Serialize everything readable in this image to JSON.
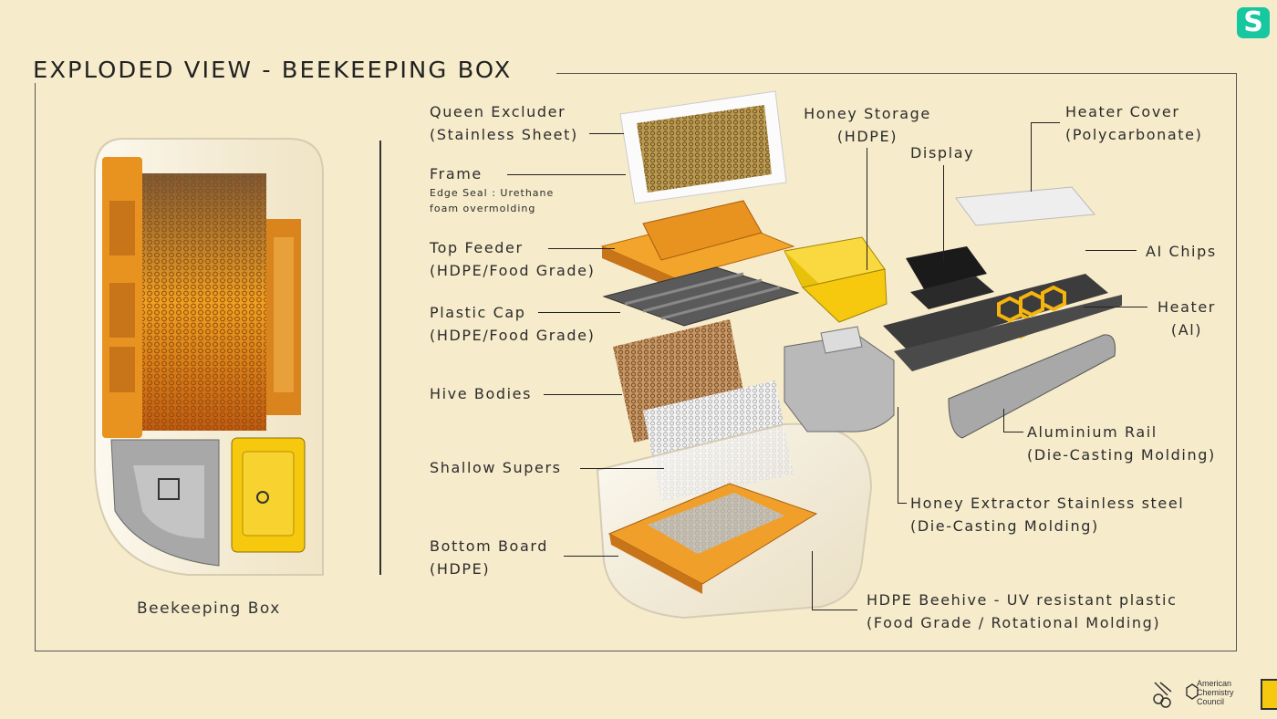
{
  "title": "EXPLODED VIEW - BEEKEEPING BOX",
  "brand_logo": "S",
  "caption": "Beekeeping Box",
  "labels": {
    "queen_excluder": [
      "Queen Excluder",
      "(Stainless Sheet)"
    ],
    "frame": [
      "Frame",
      "Edge Seal : Urethane",
      "foam overmolding"
    ],
    "top_feeder": [
      "Top Feeder",
      "(HDPE/Food Grade)"
    ],
    "plastic_cap": [
      "Plastic Cap",
      "(HDPE/Food Grade)"
    ],
    "hive_bodies": [
      "Hive Bodies"
    ],
    "shallow_supers": [
      "Shallow Supers"
    ],
    "bottom_board": [
      "Bottom Board",
      "(HDPE)"
    ],
    "honey_storage": [
      "Honey Storage",
      "(HDPE)"
    ],
    "display": [
      "Display"
    ],
    "heater_cover": [
      "Heater Cover",
      "(Polycarbonate)"
    ],
    "ai_chips": [
      "AI Chips"
    ],
    "heater": [
      "Heater",
      "(Al)"
    ],
    "aluminium_rail": [
      "Aluminium Rail",
      "(Die-Casting Molding)"
    ],
    "honey_extractor": [
      "Honey Extractor Stainless steel",
      "(Die-Casting Molding)"
    ],
    "beehive": [
      "HDPE Beehive -  UV resistant plastic",
      "(Food Grade / Rotational Molding)"
    ]
  },
  "footer": {
    "acc_logo": [
      "American",
      "Chemistry",
      "Council"
    ]
  },
  "colors": {
    "background": "#f6ebcb",
    "orange": "#e8921f",
    "yellow": "#f6c90e",
    "accent_teal": "#16c7a0"
  }
}
